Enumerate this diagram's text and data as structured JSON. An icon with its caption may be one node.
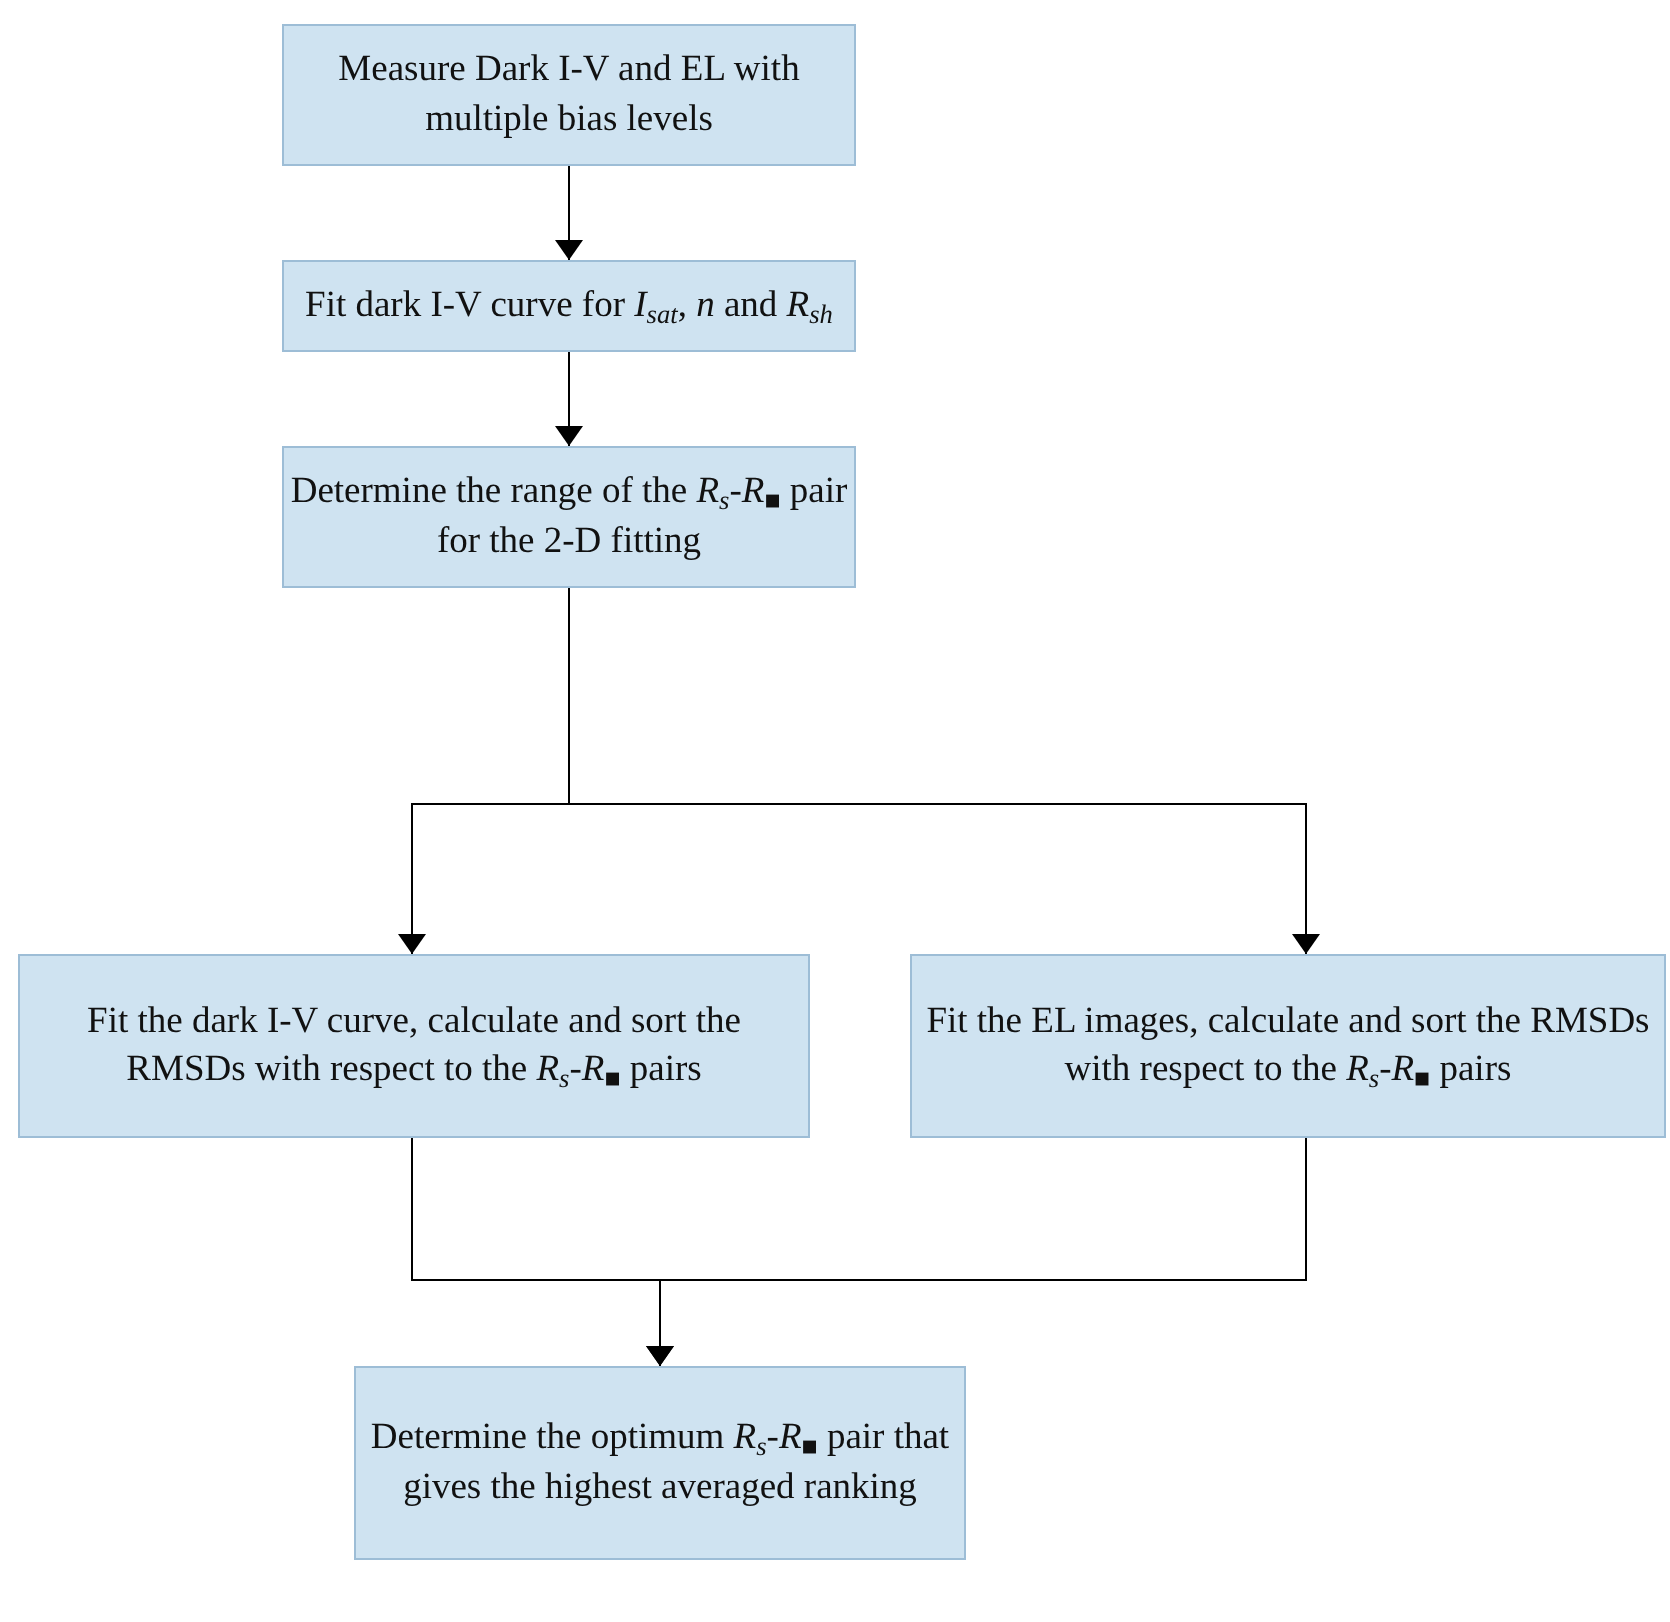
{
  "diagram": {
    "nodes": [
      {
        "text": [
          "Measure Dark I-V and EL with multiple bias levels"
        ]
      },
      {
        "text": [
          "Fit dark I-V curve for *I*$_{sat}$, *n* and *R*$_{sh}$"
        ]
      },
      {
        "text": [
          "Determine the range of the *R*$_{s}$-*R*$_{■}$ pair for the 2-D fitting"
        ]
      },
      {
        "text": [
          "Fit the dark I-V curve, calculate and sort the RMSDs with respect to the *R*$_{s}$-*R*$_{■}$ pairs"
        ]
      },
      {
        "text": [
          "Fit the EL images, calculate and sort the RMSDs with respect to the *R*$_{s}$-*R*$_{■}$ pairs"
        ]
      },
      {
        "text": [
          "Determine the optimum *R*$_{s}$-*R*$_{■}$ pair that gives the highest averaged ranking"
        ]
      }
    ],
    "edges": [
      {
        "from": 0,
        "to": 1,
        "arrow": "to"
      },
      {
        "from": 1,
        "to": 2,
        "arrow": "to"
      },
      {
        "from": 2,
        "to": 3,
        "arrow": "to"
      },
      {
        "from": 2,
        "to": 4,
        "arrow": "to"
      },
      {
        "from": 3,
        "to": 5,
        "arrow": "to"
      },
      {
        "from": 4,
        "to": 5,
        "arrow": "to"
      }
    ]
  }
}
